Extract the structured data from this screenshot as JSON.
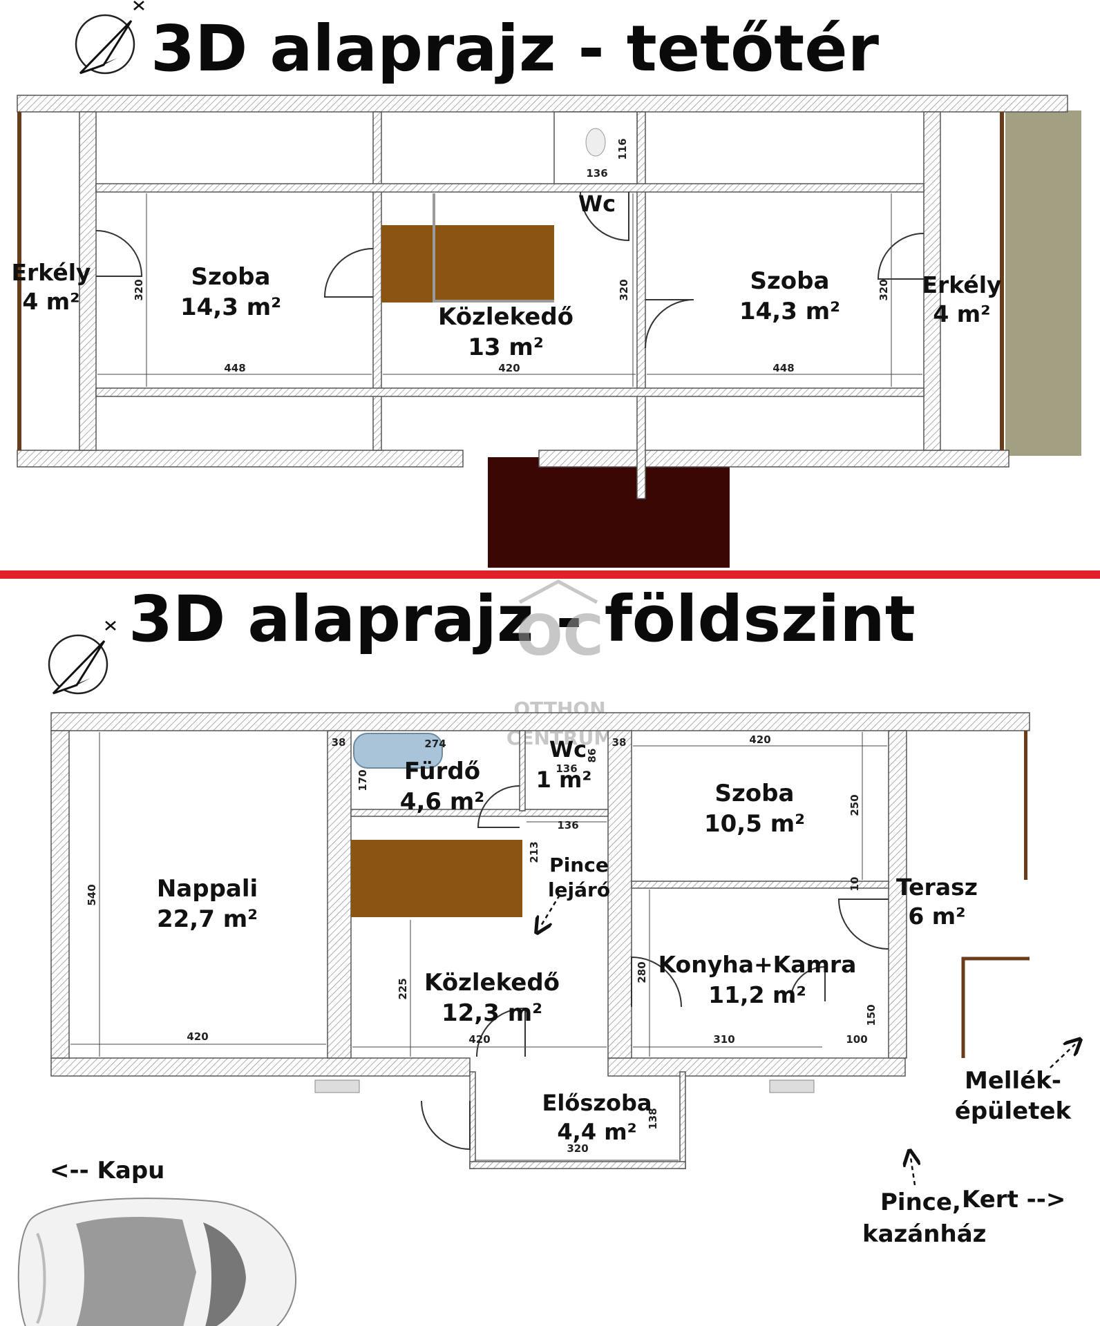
{
  "colors": {
    "wall_fill": "#ffffff",
    "wall_stroke": "#555555",
    "hatch": "#8a8a8a",
    "stair": "#8b5412",
    "deck": "#a39f82",
    "dark_block": "#3a0705",
    "divider": "#e0212a",
    "balcony_rail": "#6b3c1c"
  },
  "top": {
    "title": "3D alaprajz - tetőtér",
    "rooms": {
      "balcony_left": {
        "name": "Erkély",
        "area": "4 m²"
      },
      "room_left": {
        "name": "Szoba",
        "area": "14,3 m²"
      },
      "hall": {
        "name": "Közlekedő",
        "area": "13 m²"
      },
      "wc": {
        "name": "Wc"
      },
      "room_right": {
        "name": "Szoba",
        "area": "14,3 m²"
      },
      "balcony_right": {
        "name": "Erkély",
        "area": "4 m²"
      }
    },
    "dims": {
      "room_left_width": "448",
      "room_left_depth": "320",
      "hall_width": "420",
      "hall_depth": "320",
      "wc_width": "136",
      "wc_depth": "116",
      "room_right_width": "448",
      "room_right_depth": "320"
    }
  },
  "ground": {
    "title": "3D alaprajz - földszint",
    "rooms": {
      "living": {
        "name": "Nappali",
        "area": "22,7 m²"
      },
      "bath": {
        "name": "Fürdő",
        "area": "4,6 m²"
      },
      "wc": {
        "name": "Wc",
        "area": "1 m²"
      },
      "room": {
        "name": "Szoba",
        "area": "10,5 m²"
      },
      "cellar": {
        "line1": "Pince",
        "line2": "lejáró"
      },
      "terrace": {
        "name": "Terasz",
        "area": "6 m²"
      },
      "hall": {
        "name": "Közlekedő",
        "area": "12,3 m²"
      },
      "kitchen": {
        "name": "Konyha+Kamra",
        "area": "11,2 m²"
      },
      "entry": {
        "name": "Előszoba",
        "area": "4,4 m²"
      }
    },
    "dims": {
      "living_depth": "540",
      "living_width": "420",
      "bath_width": "274",
      "bath_depth": "170",
      "wall_left": "38",
      "wall_right": "38",
      "wc_width": "136",
      "wc_depth": "86",
      "stair_width": "136",
      "stair_depth": "213",
      "room_width": "420",
      "room_depth": "250",
      "wall_mid": "10",
      "hall_depth": "225",
      "hall_width": "420",
      "kitchen_depth": "280",
      "kitchen_width": "310",
      "pantry_width": "100",
      "pantry_depth": "150",
      "entry_depth": "138",
      "entry_width": "320"
    },
    "notes": {
      "gate": "<-- Kapu",
      "outbuildings_1": "Mellék-",
      "outbuildings_2": "épületek",
      "cellar_line1": "Pince,",
      "garden": "Kert -->",
      "boiler": "kazánház"
    }
  },
  "watermark": {
    "mark": "OC",
    "line1": "OTTHON",
    "line2": "CENTRUM"
  }
}
